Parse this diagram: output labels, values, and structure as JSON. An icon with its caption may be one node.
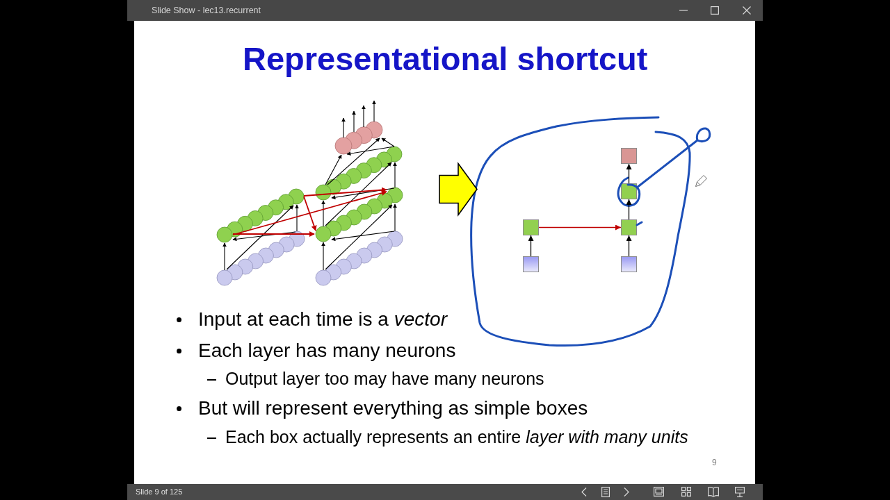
{
  "diagram": {
    "title": "Representational shortcut",
    "nodes": [
      {
        "text": [],
        "shape": "picture"
      },
      {
        "text": [],
        "shape": "loop"
      },
      {
        "text": [],
        "shape": "box",
        "in": 1
      },
      {
        "text": [],
        "shape": "box",
        "in": 1
      },
      {
        "text": [],
        "shape": "box",
        "in": 1
      },
      {
        "text": [],
        "shape": "box",
        "in": 1
      },
      {
        "text": [],
        "shape": "box",
        "in": 1
      },
      {
        "text": [],
        "shape": "box",
        "in": 1
      }
    ],
    "edges": [
      {
        "from": 0,
        "to": 1,
        "arrow": "to",
        "style": "thick",
        "color": "#ffff00"
      },
      {
        "from": 6,
        "to": 4,
        "arrow": "to"
      },
      {
        "from": 4,
        "to": 5,
        "arrow": "to",
        "color": "#c00000"
      },
      {
        "from": 7,
        "to": 5,
        "arrow": "to"
      },
      {
        "from": 5,
        "to": 3,
        "arrow": "to"
      },
      {
        "from": 3,
        "to": 2,
        "arrow": "to"
      }
    ],
    "labels": [
      "Slide Show - lec13.recurrent",
      "Input at each time is a *vector*",
      "Each layer has many neurons",
      "Output layer too may have many neurons",
      "But will represent everything as simple boxes",
      "Each box actually represents an entire *layer with many units*",
      "9",
      "Slide 9 of 125"
    ]
  }
}
